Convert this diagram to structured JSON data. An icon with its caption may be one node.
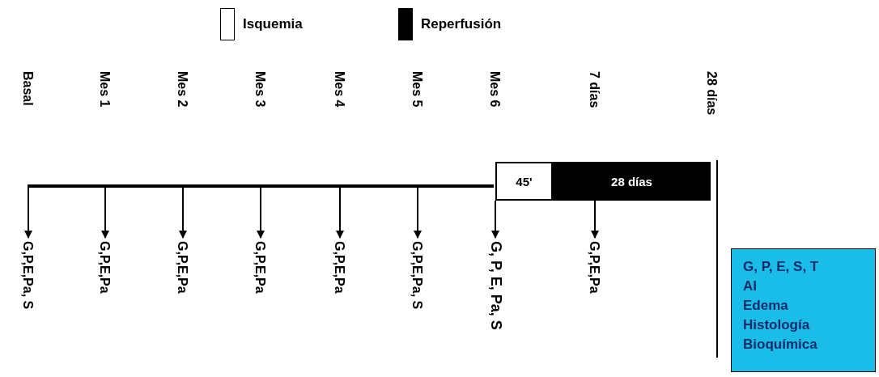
{
  "diagram": {
    "nodes": [
      {
        "text": [
          "45'"
        ]
      },
      {
        "text": [
          "28 días"
        ]
      },
      {
        "text": [
          "G,P,E,Pa, S"
        ]
      },
      {
        "text": [
          "G,P,E,Pa"
        ]
      },
      {
        "text": [
          "G,P,E,Pa"
        ]
      },
      {
        "text": [
          "G,P,E,Pa"
        ]
      },
      {
        "text": [
          "G,P,E,Pa"
        ]
      },
      {
        "text": [
          "G,P,E,Pa, S"
        ]
      },
      {
        "text": [
          "G, P, E, Pa, S"
        ]
      },
      {
        "text": [
          "G,P,E,Pa"
        ]
      },
      {
        "text": [
          "G, P, E, S, T",
          "AI",
          "Edema",
          "Histología",
          "Bioquímica"
        ]
      },
      {
        "text": [],
        "shape": "bar"
      }
    ],
    "edges": [
      {
        "from": 11,
        "to": 2,
        "arrow": "to"
      },
      {
        "from": 11,
        "to": 3,
        "arrow": "to"
      },
      {
        "from": 11,
        "to": 4,
        "arrow": "to"
      },
      {
        "from": 11,
        "to": 5,
        "arrow": "to"
      },
      {
        "from": 11,
        "to": 6,
        "arrow": "to"
      },
      {
        "from": 11,
        "to": 7,
        "arrow": "to"
      },
      {
        "from": 0,
        "to": 8,
        "arrow": "to"
      },
      {
        "from": 1,
        "to": 9,
        "arrow": "to"
      }
    ],
    "labels": [
      "Basal",
      "Mes 1",
      "Mes 2",
      "Mes 3",
      "Mes 4",
      "Mes 5",
      "Mes 6",
      "7 días",
      "28 días"
    ],
    "legend": [
      {
        "text": "Isquemia",
        "color": "#ffffff"
      },
      {
        "text": "Reperfusión",
        "color": "#000000"
      }
    ]
  }
}
